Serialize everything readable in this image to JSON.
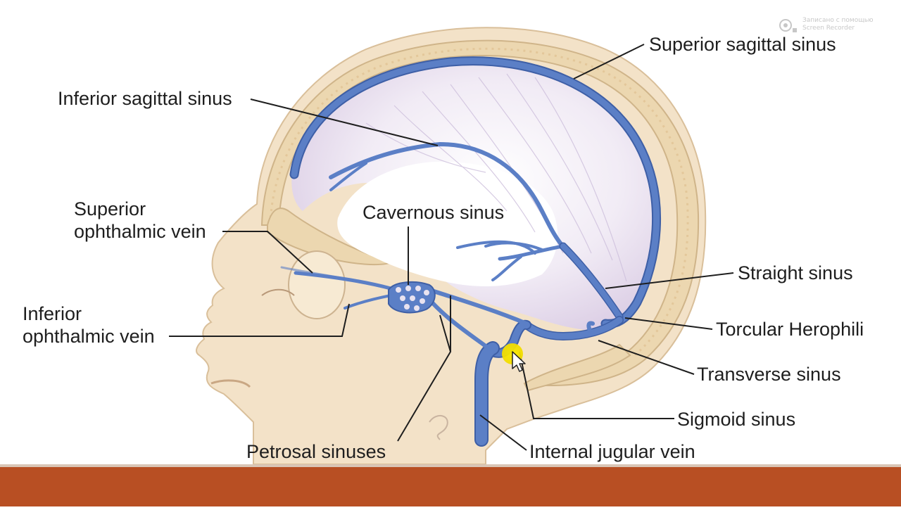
{
  "diagram": {
    "labels": {
      "superior_sagittal_sinus": "Superior sagittal sinus",
      "inferior_sagittal_sinus": "Inferior sagittal sinus",
      "superior_ophthalmic_vein_line1": "Superior",
      "superior_ophthalmic_vein_line2": "ophthalmic vein",
      "cavernous_sinus": "Cavernous sinus",
      "inferior_ophthalmic_vein_line1": "Inferior",
      "inferior_ophthalmic_vein_line2": "ophthalmic vein",
      "straight_sinus": "Straight sinus",
      "torcular_herophili": "Torcular Herophili",
      "transverse_sinus": "Transverse sinus",
      "sigmoid_sinus": "Sigmoid sinus",
      "petrosal_sinuses": "Petrosal sinuses",
      "internal_jugular_vein": "Internal jugular vein"
    },
    "colors": {
      "vein": "#5b7fc6",
      "skin": "#f3e2c8",
      "bone": "#ecd7b0",
      "brain_falx": "#ede6f2",
      "footer": "#b84f23",
      "cursor_highlight": "#f4e600"
    }
  },
  "watermark": {
    "icon": "screen-recorder-icon",
    "line1": "Записано с помощью",
    "line2": "Screen Recorder"
  },
  "cursor": {
    "icon": "mouse-pointer-icon"
  }
}
